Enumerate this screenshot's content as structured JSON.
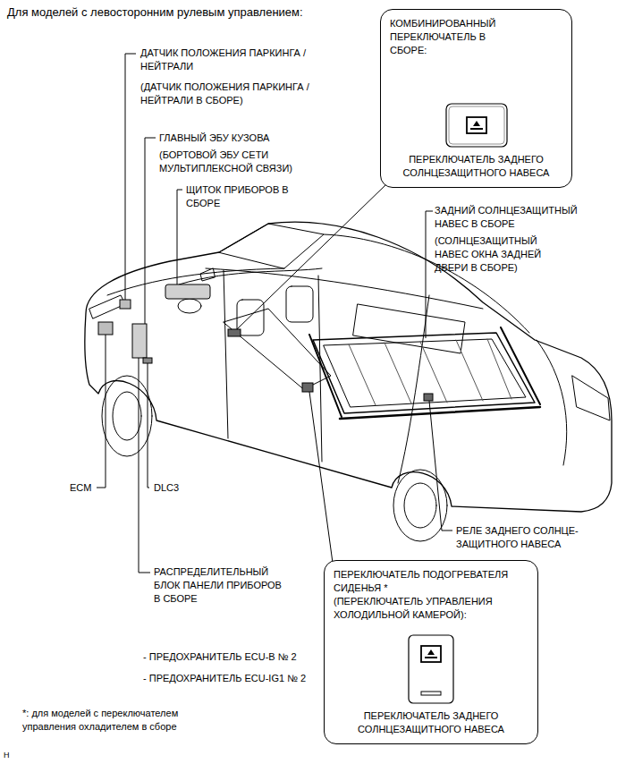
{
  "diagram": {
    "title": "Для моделей с левосторонним рулевым управлением:",
    "nodes": [
      {
        "text": [
          "КОМБИНИРОВАННЫЙ ПЕРЕКЛЮЧАТЕЛЬ В СБОРЕ:",
          "ПЕРЕКЛЮЧАТЕЛЬ ЗАДНЕГО СОЛНЦЕЗАЩИТНОГО НАВЕСА"
        ]
      },
      {
        "text": [
          "ПЕРЕКЛЮЧАТЕЛЬ ПОДОГРЕВАТЕЛЯ СИДЕНЬЯ *",
          "(ПЕРЕКЛЮЧАТЕЛЬ УПРАВЛЕНИЯ ХОЛОДИЛЬНОЙ КАМЕРОЙ):",
          "ПЕРЕКЛЮЧАТЕЛЬ ЗАДНЕГО СОЛНЦЕЗАЩИТНОГО НАВЕСА"
        ]
      }
    ],
    "labels": [
      "ДАТЧИК ПОЛОЖЕНИЯ ПАРКИНГА / НЕЙТРАЛИ",
      "(ДАТЧИК ПОЛОЖЕНИЯ ПАРКИНГА / НЕЙТРАЛИ В СБОРЕ)",
      "ГЛАВНЫЙ ЭБУ КУЗОВА",
      "(БОРТОВОЙ ЭБУ СЕТИ МУЛЬТИПЛЕКСНОЙ СВЯЗИ)",
      "ЩИТОК ПРИБОРОВ В СБОРЕ",
      "ЗАДНИЙ СОЛНЦЕЗАЩИТНЫЙ НАВЕС В СБОРЕ",
      "(СОЛНЦЕЗАЩИТНЫЙ НАВЕС ОКНА ЗАДНЕЙ ДВЕРИ В СБОРЕ)",
      "ECM",
      "DLC3",
      "РЕЛЕ ЗАДНЕГО СОЛНЦЕ- ЗАЩИТНОГО НАВЕСА",
      "РАСПРЕДЕЛИТЕЛЬНЫЙ БЛОК ПАНЕЛИ ПРИБОРОВ В СБОРЕ",
      "- ПРЕДОХРАНИТЕЛЬ ECU-B № 2",
      "- ПРЕДОХРАНИТЕЛЬ ECU-IG1 № 2",
      "*: для моделей с переключателем управления охладителем в сборе",
      "H"
    ]
  }
}
